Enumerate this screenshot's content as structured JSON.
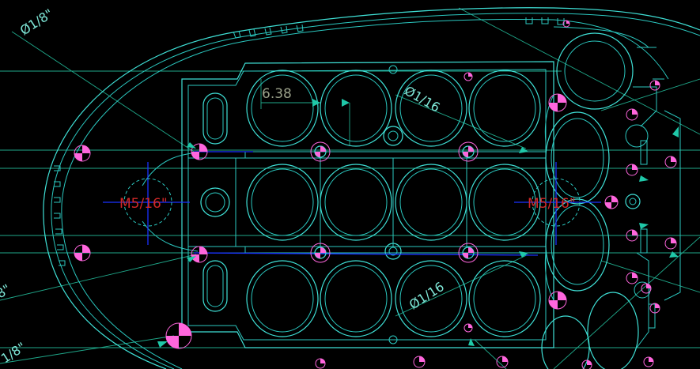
{
  "drawing": {
    "labels": {
      "dia_eighth_top": "Ø1/8\"",
      "dia_eighth_left": "8\"",
      "dia_eighth_bottom": "1/8\"",
      "dim_638": "6.38",
      "dia_sixteenth_top": "Ø1/16",
      "dia_sixteenth_bottom": "Ø1/16",
      "thread_left": "M5/16\"",
      "thread_right": "M5/16\""
    },
    "colors": {
      "background": "#000000",
      "outline": "#3fe0d6",
      "construction": "#1fa88a",
      "centerline": "#1a32ff",
      "holes": "#ff66dd",
      "dimension": "#9aa089",
      "thread_label": "#d02828"
    }
  }
}
